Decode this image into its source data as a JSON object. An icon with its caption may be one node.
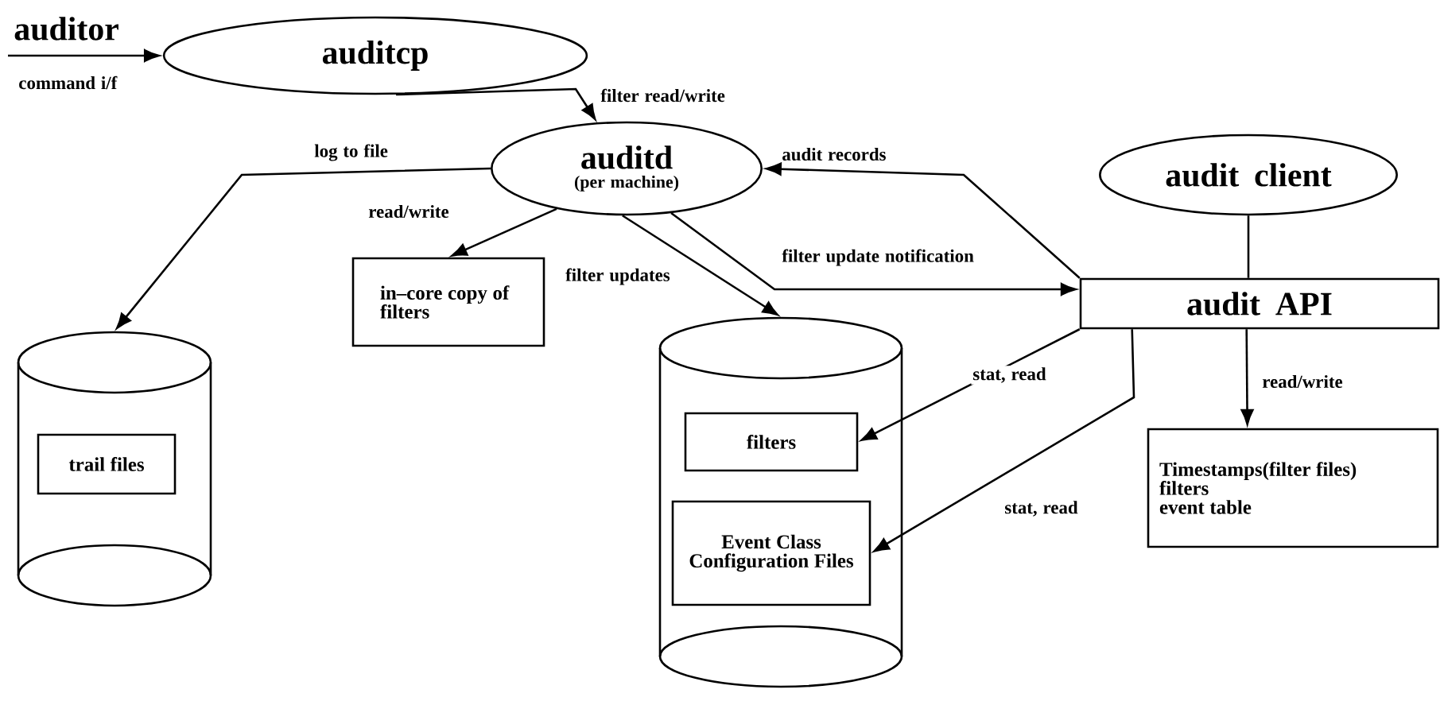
{
  "diagram": {
    "nodes": [
      {
        "text": [
          "auditcp"
        ]
      },
      {
        "text": [
          "auditd",
          "(per machine)"
        ]
      },
      {
        "text": [
          "in–core copy of filters"
        ]
      },
      {
        "text": [],
        "shape": "cylinder"
      },
      {
        "text": [
          "trail files"
        ],
        "in": 3
      },
      {
        "text": [],
        "shape": "cylinder"
      },
      {
        "text": [
          "filters"
        ],
        "in": 5
      },
      {
        "text": [
          "Event Class Configuration Files"
        ],
        "in": 5
      },
      {
        "text": [
          "audit client"
        ]
      },
      {
        "text": [
          "audit API"
        ]
      },
      {
        "text": [
          "Timestamps(filter files)",
          "filters",
          "event table"
        ]
      }
    ],
    "edges": [
      {
        "from": null,
        "to": 0,
        "arrow": "to",
        "label": "command i/f"
      },
      {
        "from": 0,
        "to": 1,
        "arrow": "to",
        "label": "filter read/write"
      },
      {
        "from": 1,
        "to": 3,
        "arrow": "to",
        "label": "log to file"
      },
      {
        "from": 1,
        "to": 2,
        "arrow": "to",
        "label": "read/write"
      },
      {
        "from": 1,
        "to": 5,
        "arrow": "to",
        "label": "filter updates"
      },
      {
        "from": 1,
        "to": 9,
        "arrow": "to",
        "label": "filter update notification"
      },
      {
        "from": 9,
        "to": 1,
        "arrow": "to",
        "label": "audit records"
      },
      {
        "from": 8,
        "to": 9,
        "arrow": "none"
      },
      {
        "from": 9,
        "to": 6,
        "arrow": "to",
        "label": "stat, read"
      },
      {
        "from": 9,
        "to": 7,
        "arrow": "to",
        "label": "stat, read"
      },
      {
        "from": 9,
        "to": 10,
        "arrow": "to",
        "label": "read/write"
      }
    ],
    "labels": [
      "auditor"
    ]
  }
}
